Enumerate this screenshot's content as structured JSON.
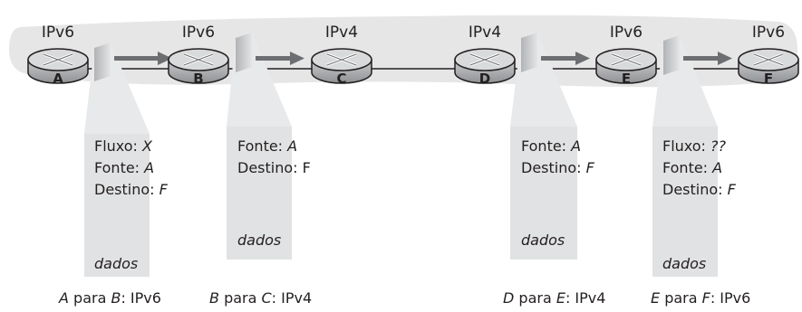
{
  "routers": [
    {
      "id": "A",
      "protocol": "IPv6"
    },
    {
      "id": "B",
      "protocol": "IPv6"
    },
    {
      "id": "C",
      "protocol": "IPv4"
    },
    {
      "id": "D",
      "protocol": "IPv4"
    },
    {
      "id": "E",
      "protocol": "IPv6"
    },
    {
      "id": "F",
      "protocol": "IPv6"
    }
  ],
  "packets": [
    {
      "fields": [
        {
          "label": "Fluxo: ",
          "value": "X"
        },
        {
          "label": "Fonte: ",
          "value": "A"
        },
        {
          "label": "Destino: ",
          "value": "F"
        }
      ],
      "payload": "dados",
      "caption": {
        "from": "A",
        "mid": " para ",
        "to": "B",
        "proto": ": IPv6"
      }
    },
    {
      "fields": [
        {
          "label": "Fonte: ",
          "value": "A"
        },
        {
          "label": "Destino: ",
          "value": "F"
        }
      ],
      "payload": "dados",
      "caption": {
        "from": "B",
        "mid": " para ",
        "to": "C",
        "proto": ": IPv4"
      }
    },
    {
      "fields": [
        {
          "label": "Fonte: ",
          "value": "A"
        },
        {
          "label": "Destino: ",
          "value": "F"
        }
      ],
      "payload": "dados",
      "caption": {
        "from": "D",
        "mid": " para ",
        "to": "E",
        "proto": ": IPv4"
      }
    },
    {
      "fields": [
        {
          "label": "Fluxo: ",
          "value": "??"
        },
        {
          "label": "Fonte: ",
          "value": "A"
        },
        {
          "label": "Destino: ",
          "value": "F"
        }
      ],
      "payload": "dados",
      "caption": {
        "from": "E",
        "mid": " para ",
        "to": "F",
        "proto": ": IPv6"
      }
    }
  ],
  "colors": {
    "network_band": "#e6e6e6",
    "router_body": "#a7a9ac",
    "router_top": "#d9dadb",
    "packet_box": "#e1e2e3",
    "arrow": "#6d6e71",
    "text": "#231f20"
  }
}
